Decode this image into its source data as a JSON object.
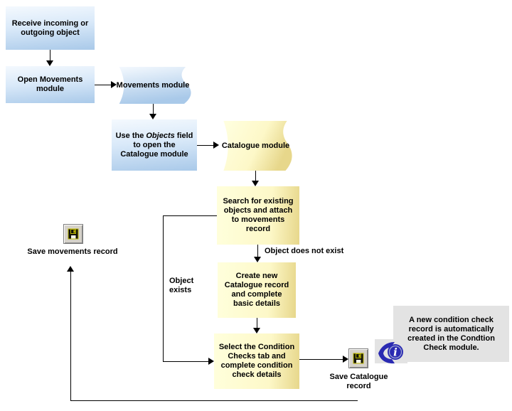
{
  "diagram": {
    "nodes": {
      "receive": {
        "text": "Receive incoming or outgoing object"
      },
      "open_movements": {
        "text": "Open Movements module"
      },
      "movements_module": {
        "text": "Movements module"
      },
      "use_objects": {
        "pre": "Use the ",
        "italic": "Objects",
        "post": " field to open the Catalogue module"
      },
      "catalogue_module": {
        "text": "Catalogue module"
      },
      "search": {
        "text": "Search for existing objects and attach to movements record"
      },
      "create": {
        "text": "Create new Catalogue record and complete basic details"
      },
      "select": {
        "text": "Select the Condition Checks tab and complete condition check details"
      }
    },
    "edge_labels": {
      "object_does_not_exist": "Object does not exist",
      "object_exists": "Object exists"
    },
    "actions": {
      "save_movements": {
        "label": "Save movements record",
        "icon": "floppy-disk-save-icon"
      },
      "save_catalogue": {
        "label": "Save Catalogue record",
        "icon": "floppy-disk-save-icon"
      }
    },
    "note": {
      "text": "A new condition check record is automatically created in the Condtion Check module.",
      "icon": "info-icon"
    },
    "colors": {
      "process_blue_top": "#f4f9fe",
      "process_blue_bottom": "#a9c9e9",
      "process_yellow_light": "#ffffdc",
      "process_yellow_dark": "#e7d78b",
      "note_gray": "#e3e3e3",
      "connector_black": "#000000",
      "info_icon_blue": "#2a2ab2",
      "floppy_accent_yellow": "#b9b400"
    }
  }
}
